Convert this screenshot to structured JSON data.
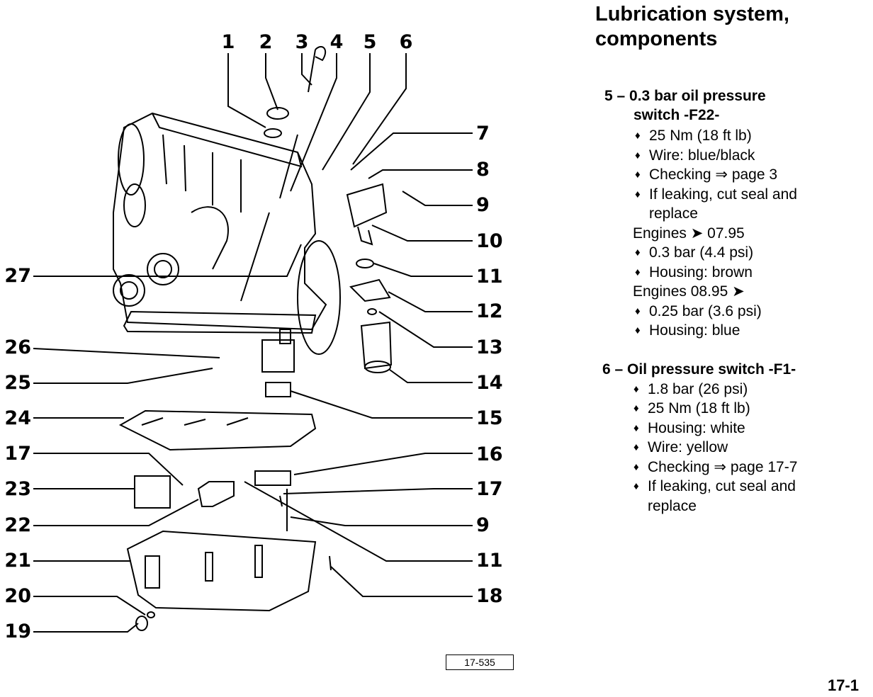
{
  "title_line1": "Lubrication system,",
  "title_line2": "components",
  "callouts_top": [
    "1",
    "2",
    "3",
    "4",
    "5",
    "6"
  ],
  "callouts_right": [
    "7",
    "8",
    "9",
    "10",
    "11",
    "12",
    "13",
    "14",
    "15",
    "16",
    "17",
    "9",
    "11",
    "18"
  ],
  "callouts_left": [
    "27",
    "26",
    "25",
    "24",
    "17",
    "23",
    "22",
    "21",
    "20",
    "19"
  ],
  "items": [
    {
      "heading_num": "5 –",
      "heading_line1": "0.3 bar oil pressure",
      "heading_line2": "switch -F22-",
      "lines": [
        {
          "kind": "bullet",
          "text": "25 Nm (18 ft lb)"
        },
        {
          "kind": "bullet",
          "text": "Wire: blue/black"
        },
        {
          "kind": "bullet",
          "text": "Checking ⇒ page 3"
        },
        {
          "kind": "bullet",
          "text": "If leaking, cut seal and"
        },
        {
          "kind": "cont",
          "text": "replace"
        },
        {
          "kind": "plain",
          "text": "Engines ➤ 07.95"
        },
        {
          "kind": "bullet",
          "text": "0.3 bar (4.4 psi)"
        },
        {
          "kind": "bullet",
          "text": "Housing:  brown"
        },
        {
          "kind": "plain",
          "text": "Engines 08.95 ➤"
        },
        {
          "kind": "bullet",
          "text": "0.25 bar (3.6 psi)"
        },
        {
          "kind": "bullet",
          "text": "Housing:  blue"
        }
      ]
    },
    {
      "heading_num": "6 –",
      "heading_line1": "Oil pressure switch -F1-",
      "lines": [
        {
          "kind": "bullet",
          "text": "1.8 bar (26 psi)"
        },
        {
          "kind": "bullet",
          "text": "25 Nm (18 ft lb)"
        },
        {
          "kind": "bullet",
          "text": "Housing: white"
        },
        {
          "kind": "bullet",
          "text": "Wire: yellow"
        },
        {
          "kind": "bullet",
          "text": "Checking ⇒ page 17-7"
        },
        {
          "kind": "bullet",
          "text": "If leaking, cut seal and"
        },
        {
          "kind": "cont",
          "text": "replace"
        }
      ]
    }
  ],
  "figure_ref": "17-535",
  "page_number": "17-1"
}
